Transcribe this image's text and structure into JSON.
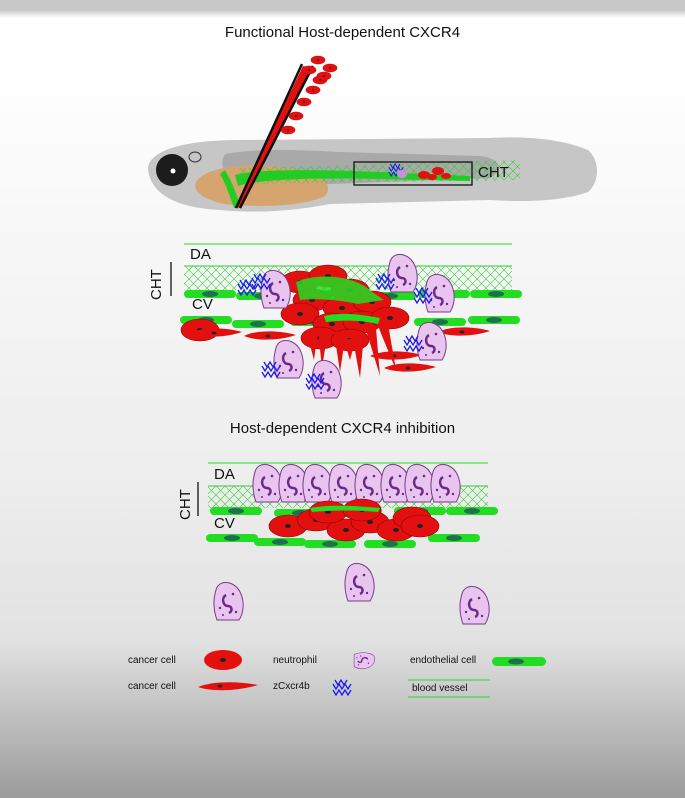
{
  "titles": {
    "top": "Functional Host-dependent CXCR4",
    "middle": "Host-dependent CXCR4 inhibition"
  },
  "labels": {
    "cht_box": "CHT",
    "da_top": "DA",
    "cv_top": "CV",
    "cht_top": "CHT",
    "da_bottom": "DA",
    "cv_bottom": "CV",
    "cht_bottom": "CHT"
  },
  "legend": {
    "cancer_cell_round": "cancer cell",
    "cancer_cell_elongated": "cancer cell",
    "neutrophil": "neutrophil",
    "zcxcr4b": "zCxcr4b",
    "endothelial_cell": "endothelial cell",
    "blood_vessel": "blood vessel"
  },
  "colors": {
    "cancer": "#e31010",
    "vessel": "#22dd22",
    "neutrophil": "#e8c4ee",
    "receptor": "#1a1aee",
    "fish": "#c6c6c6",
    "yolk": "#d6a46e"
  }
}
